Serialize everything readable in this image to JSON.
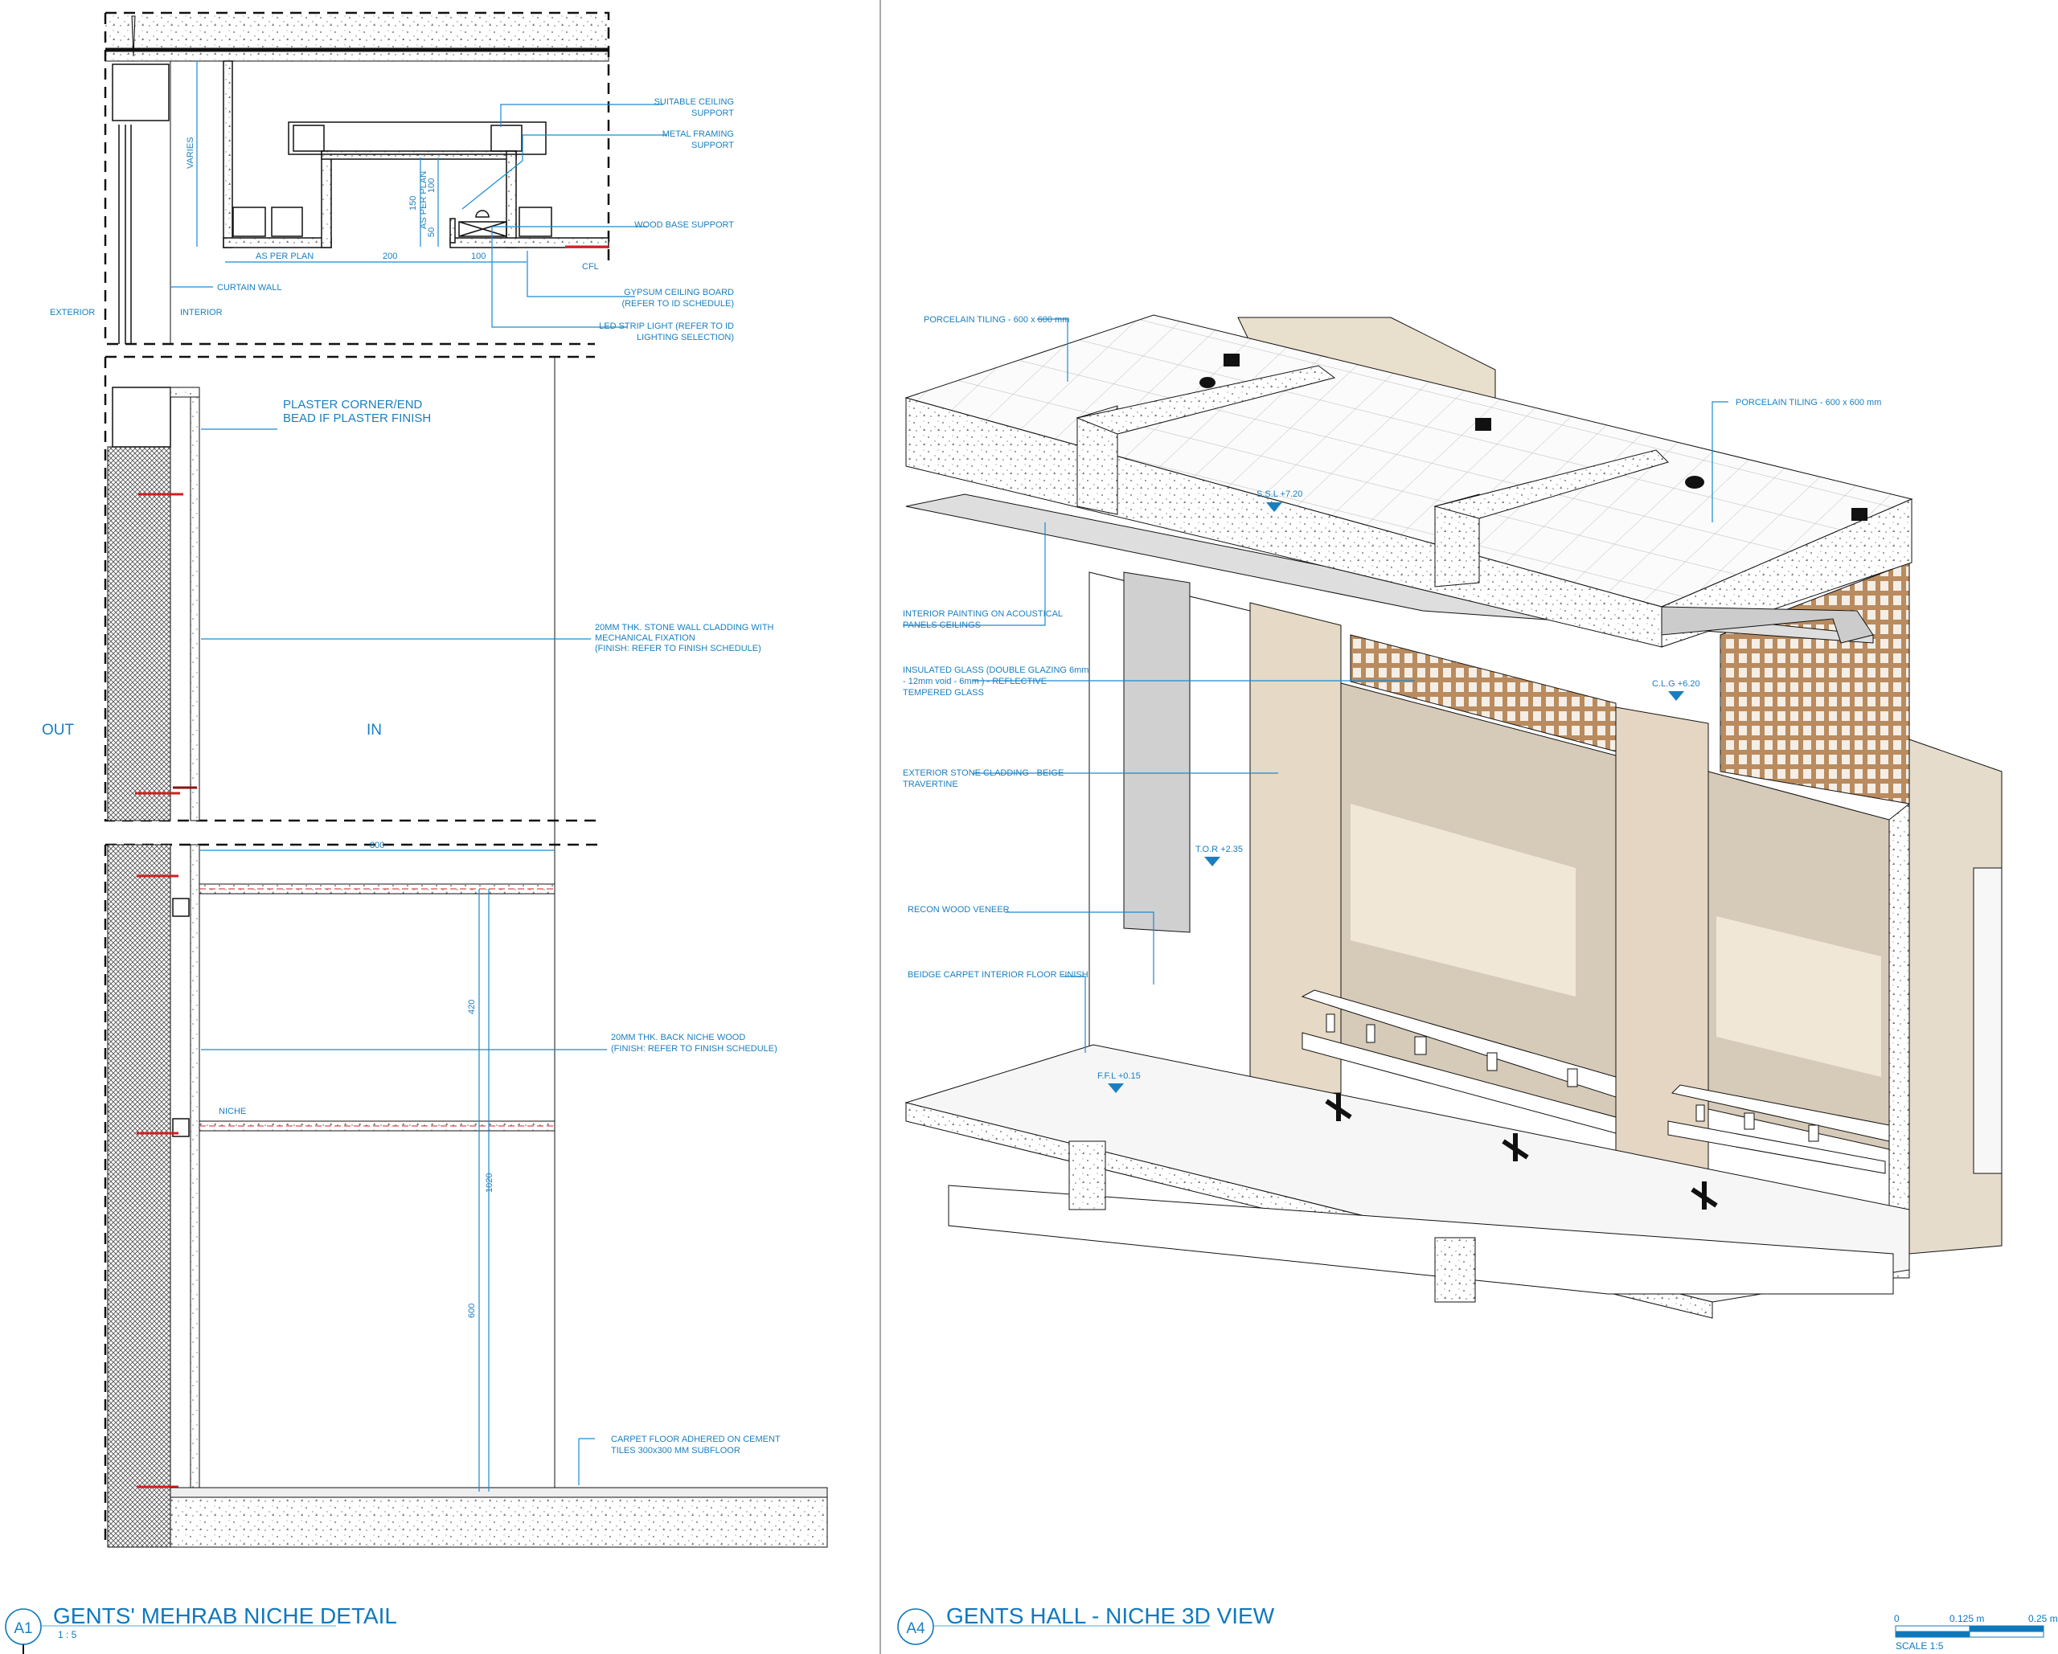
{
  "colors": {
    "annotation_blue": "#1a7fc0",
    "stone_beige": "#d8cdbd",
    "stone_light": "#efe5d5",
    "lattice_wood": "#b98b5e",
    "anchor_red": "#d21f1f"
  },
  "left_detail": {
    "ref": "A1",
    "title": "GENTS' MEHRAB NICHE DETAIL",
    "scale": "1 : 5",
    "ceiling_section": {
      "suitable_ceiling_support": [
        "SUITABLE CEILING",
        "SUPPORT"
      ],
      "metal_framing_support": [
        "METAL FRAMING",
        "SUPPORT"
      ],
      "wood_base_support": "WOOD BASE SUPPORT",
      "gypsum_ceiling_board": [
        "GYPSUM CEILING BOARD",
        "(REFER TO ID SCHEDULE)"
      ],
      "led_strip_light": [
        "LED STRIP LIGHT (REFER TO ID",
        "LIGHTING SELECTION)"
      ],
      "curtain_wall": "CURTAIN WALL",
      "exterior": "EXTERIOR",
      "interior": "INTERIOR",
      "cfl": "CFL",
      "dims": {
        "varies": "VARIES",
        "as_per_plan_h": "AS PER PLAN",
        "d200": "200",
        "d100": "100",
        "d150": "150",
        "as_per_plan_v": "AS PER PLAN",
        "d100v": "100",
        "d50": "50"
      }
    },
    "wall_section": {
      "plaster_bead": [
        "PLASTER CORNER/END",
        "BEAD IF PLASTER FINISH"
      ],
      "stone_cladding": [
        "20MM THK. STONE WALL CLADDING WITH",
        "MECHANICAL FIXATION",
        "(FINISH: REFER TO FINISH  SCHEDULE)"
      ],
      "out": "OUT",
      "in": "IN"
    },
    "niche_section": {
      "d800": "800",
      "d420": "420",
      "d1020": "1020",
      "d600": "600",
      "niche": "NICHE",
      "back_niche_wood": [
        "20MM THK. BACK NICHE WOOD",
        "(FINISH: REFER TO FINISH  SCHEDULE)"
      ],
      "carpet_floor": [
        "CARPET FLOOR ADHERED ON CEMENT",
        "TILES 300x300 MM SUBFLOOR"
      ]
    }
  },
  "right_view": {
    "ref": "A4",
    "title": "GENTS HALL - NICHE 3D VIEW",
    "labels": {
      "porcelain_left": "PORCELAIN TILING - 600 x 600 mm",
      "porcelain_right": "PORCELAIN TILING - 600 x 600 mm",
      "interior_painting": [
        "INTERIOR PAINTING ON ACOUSTICAL",
        "PANELS CEILINGS"
      ],
      "insulated_glass": [
        "INSULATED GLASS (DOUBLE GLAZING 6mm",
        "- 12mm void - 6mm ) - REFLECTIVE",
        "TEMPERED GLASS"
      ],
      "exterior_stone": [
        "EXTERIOR STONE CLADDING - BEIGE",
        "TRAVERTINE"
      ],
      "recon_wood": "RECON WOOD VENEER",
      "carpet": "BEIDGE CARPET INTERIOR FLOOR FINISH"
    },
    "levels": {
      "ssl": "S.S.L +7.20",
      "clg": "C.L.G +6.20",
      "tor": "T.O.R +2.35",
      "ffl": "F.F.L +0.15"
    }
  },
  "scale_bar": {
    "ticks": [
      "0",
      "0.125 m",
      "0.25 m"
    ],
    "label": "SCALE 1:5"
  }
}
